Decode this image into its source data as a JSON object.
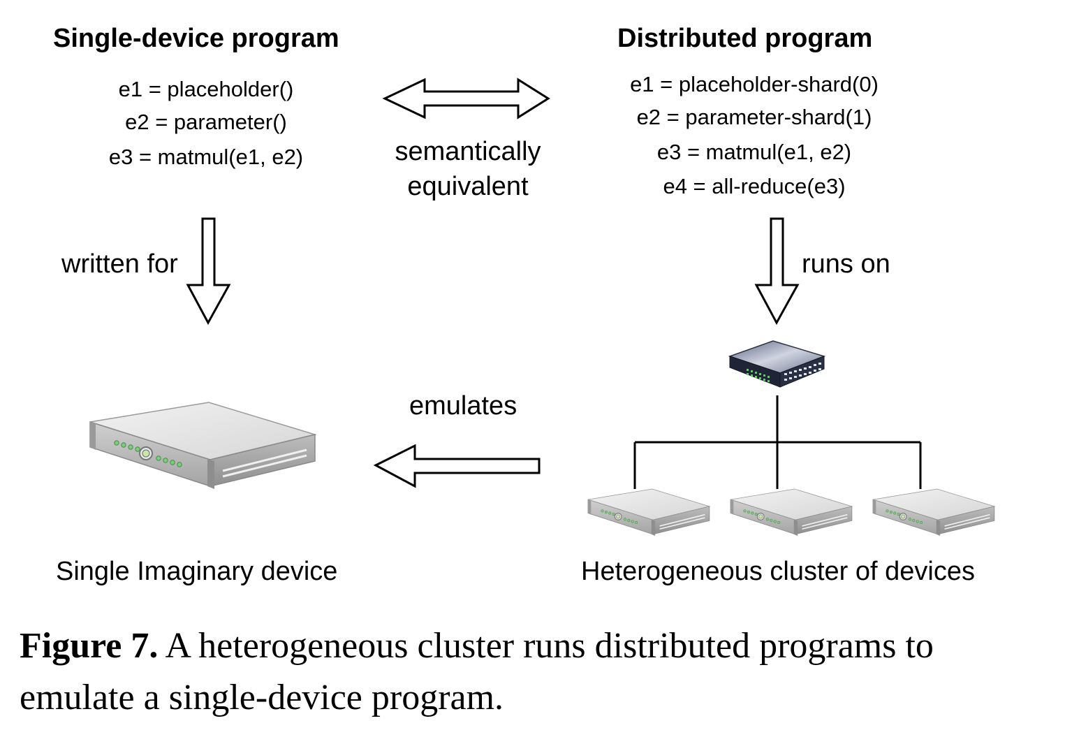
{
  "left": {
    "title": "Single-device program",
    "code": [
      "e1 = placeholder()",
      "e2 = parameter()",
      "e3 = matmul(e1, e2)"
    ],
    "arrow_label": "written for",
    "device_label": "Single Imaginary device"
  },
  "right": {
    "title": "Distributed program",
    "code": [
      "e1 = placeholder-shard(0)",
      "e2 = parameter-shard(1)",
      "e3 = matmul(e1, e2)",
      "e4 = all-reduce(e3)"
    ],
    "arrow_label": "runs on",
    "device_label": "Heterogeneous cluster of devices"
  },
  "middle": {
    "equiv_label_line1": "semantically",
    "equiv_label_line2": "equivalent",
    "emulates_label": "emulates"
  },
  "caption": {
    "figure_label": "Figure 7.",
    "text": " A heterogeneous cluster runs distributed programs to emulate a single-device program."
  },
  "icons": {
    "server": "server-rack-icon",
    "switch": "network-switch-icon"
  },
  "colors": {
    "led_green": "#7ad07a",
    "switch_body": "#1f2536"
  }
}
